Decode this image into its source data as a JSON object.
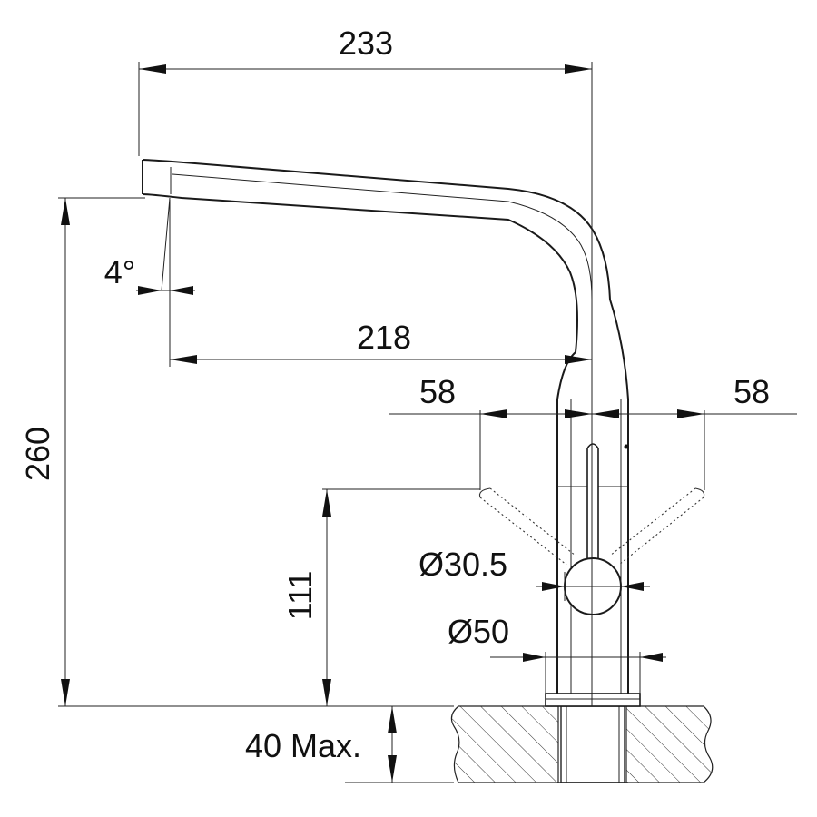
{
  "dimensions": {
    "spout_reach_outer": "233",
    "spout_reach_outlet": "218",
    "spout_angle": "4°",
    "overall_height": "260",
    "handle_height": "111",
    "handle_swing_left": "58",
    "handle_swing_right": "58",
    "handle_hub_diameter": "Ø30.5",
    "base_diameter": "Ø50",
    "max_deck_thickness": "40 Max."
  }
}
